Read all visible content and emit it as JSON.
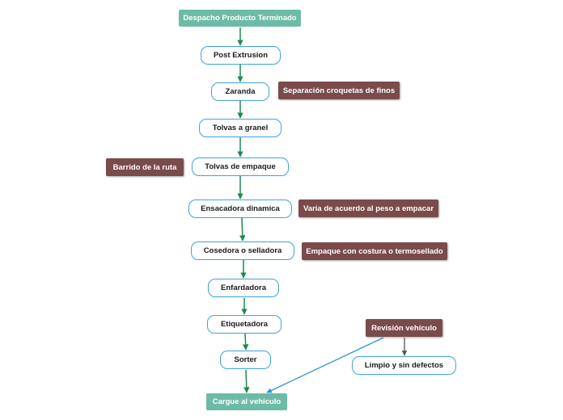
{
  "diagram": {
    "start": "Despacho Producto Terminado",
    "steps": [
      "Post Extrusion",
      "Zaranda",
      "Tolvas a granel",
      "Tolvas de empaque",
      "Ensacadora dinamica",
      "Cosedora o selladora",
      "Enfardadora",
      "Etiquetadora",
      "Sorter"
    ],
    "end": "Cargue al vehículo",
    "notes": {
      "zaranda": "Separación croquetas de finos",
      "tolvas_empaque": "Barrido de la ruta",
      "ensacadora": "Varia de acuerdo al peso a empacar",
      "cosedora": "Empaque con costura o termosellado"
    },
    "inspection": {
      "title": "Revisión vehículo",
      "result": "Limpio y sin defectos"
    }
  },
  "colors": {
    "terminal": "#6dbba6",
    "step_border": "#3fa3dc",
    "note": "#7a4b4b",
    "flow_arrow": "#1f8a4c",
    "link_arrow": "#2e92d8",
    "dark_arrow": "#555555"
  }
}
